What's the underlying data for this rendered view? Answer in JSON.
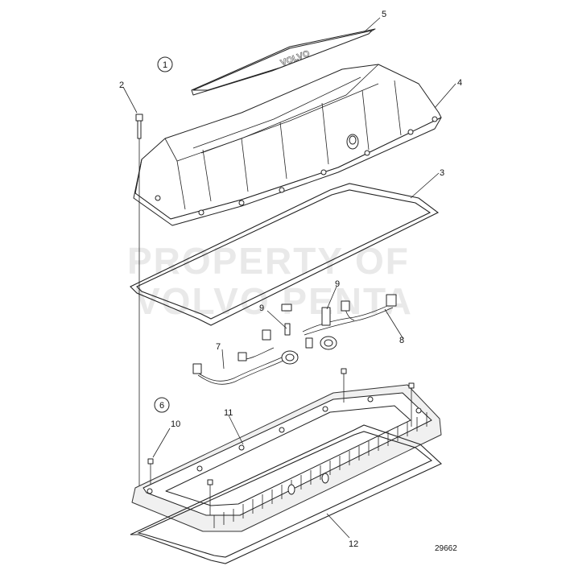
{
  "watermark": {
    "line1": "PROPERTY OF",
    "line2": "VOLVO PENTA"
  },
  "figure_number": "29662",
  "group_markers": [
    "1",
    "6"
  ],
  "callouts": {
    "c2": "2",
    "c3": "3",
    "c4": "4",
    "c5": "5",
    "c7": "7",
    "c8": "8",
    "c9a": "9",
    "c9b": "9",
    "c10": "10",
    "c11": "11",
    "c12": "12"
  },
  "brand_logo": "VOLVO"
}
